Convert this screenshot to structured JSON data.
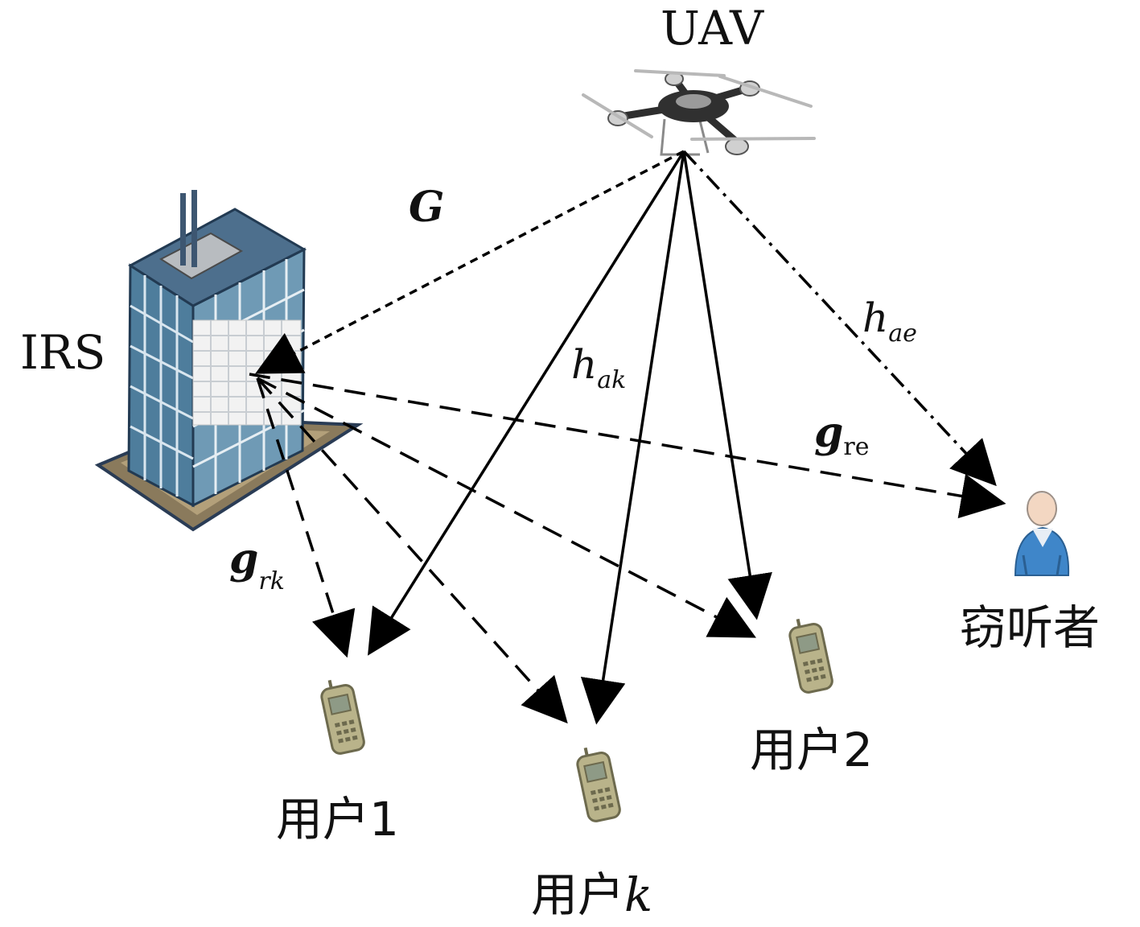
{
  "nodes": {
    "uav": {
      "label": "UAV"
    },
    "irs": {
      "label": "IRS"
    },
    "eavesdropper": {
      "label": "窃听者"
    },
    "user1": {
      "label": "用户1"
    },
    "user2": {
      "label": "用户2"
    },
    "userk": {
      "label_prefix": "用户",
      "label_var": "k"
    }
  },
  "channels": {
    "G": {
      "symbol": "G"
    },
    "h_ak": {
      "symbol": "h",
      "subscript": "ak"
    },
    "h_ae": {
      "symbol": "h",
      "subscript": "ae"
    },
    "g_re": {
      "symbol": "g",
      "subscript": "re"
    },
    "g_rk": {
      "symbol": "g",
      "subscript": "rk"
    }
  },
  "colors": {
    "line": "#000000",
    "building_glass": "#5f8fad",
    "building_frame": "#dfe8ee",
    "irs_panel": "#f2f2f2",
    "building_base": "#8a7a5c",
    "phone_body": "#b9b38a",
    "person_shirt": "#3f86c9"
  },
  "icons": [
    "drone-icon",
    "building-icon",
    "phone-icon",
    "person-icon"
  ]
}
